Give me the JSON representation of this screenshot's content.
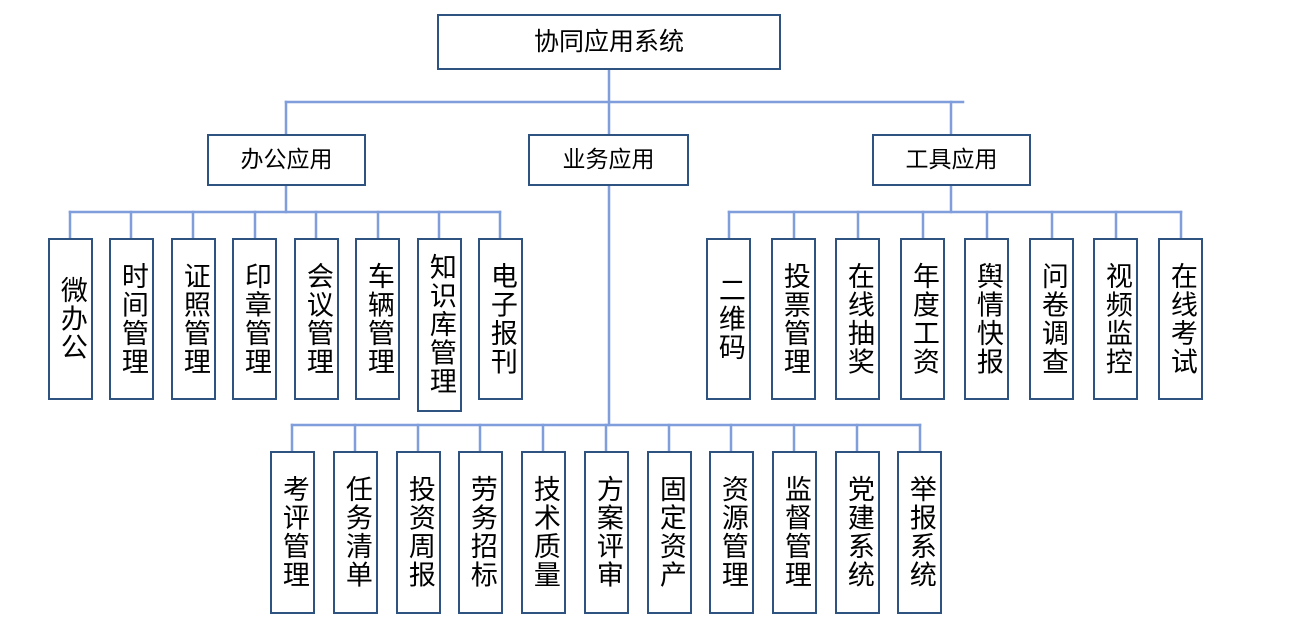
{
  "diagram": {
    "type": "org-chart",
    "title": "协同应用系统",
    "orientation": "top-down",
    "colors": {
      "node_border": "#2e5380",
      "connector": "#7f9edb",
      "node_fill": "#ffffff",
      "text": "#000000",
      "background": "#ffffff"
    },
    "root": {
      "label": "协同应用系统"
    },
    "categories": [
      {
        "id": "office",
        "label": "办公应用"
      },
      {
        "id": "business",
        "label": "业务应用"
      },
      {
        "id": "tools",
        "label": "工具应用"
      }
    ],
    "office_items": [
      {
        "label": "微办公"
      },
      {
        "label": "时间管理"
      },
      {
        "label": "证照管理"
      },
      {
        "label": "印章管理"
      },
      {
        "label": "会议管理"
      },
      {
        "label": "车辆管理"
      },
      {
        "label": "知识库管理"
      },
      {
        "label": "电子报刊"
      }
    ],
    "tools_items": [
      {
        "label": "二维码"
      },
      {
        "label": "投票管理"
      },
      {
        "label": "在线抽奖"
      },
      {
        "label": "年度工资"
      },
      {
        "label": "舆情快报"
      },
      {
        "label": "问卷调查"
      },
      {
        "label": "视频监控"
      },
      {
        "label": "在线考试"
      }
    ],
    "business_items": [
      {
        "label": "考评管理"
      },
      {
        "label": "任务清单"
      },
      {
        "label": "投资周报"
      },
      {
        "label": "劳务招标"
      },
      {
        "label": "技术质量"
      },
      {
        "label": "方案评审"
      },
      {
        "label": "固定资产"
      },
      {
        "label": "资源管理"
      },
      {
        "label": "监督管理"
      },
      {
        "label": "党建系统"
      },
      {
        "label": "举报系统"
      }
    ]
  }
}
